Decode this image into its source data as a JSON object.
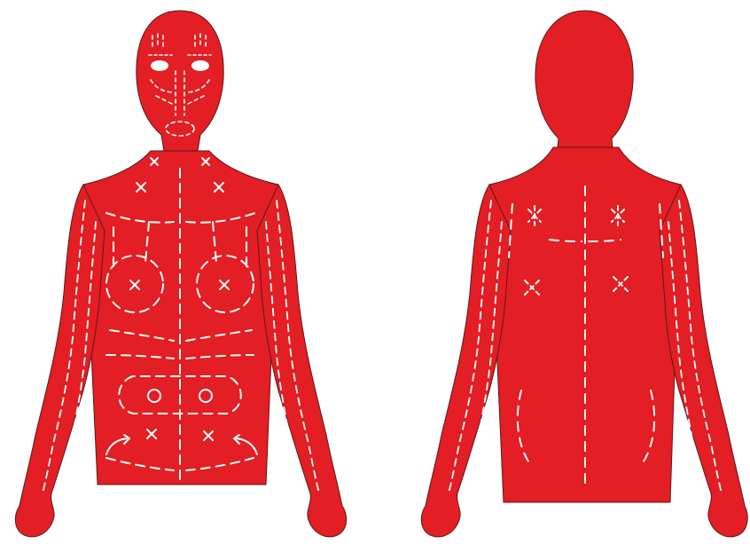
{
  "colors": {
    "background": "#ffffff",
    "body_fill": "#e31e24",
    "outline": "#5a1a1a",
    "marking": "#ffffff"
  },
  "figures": [
    {
      "view": "front",
      "markings": "dashed-massage-strokes"
    },
    {
      "view": "back",
      "markings": "dashed-massage-strokes"
    }
  ]
}
